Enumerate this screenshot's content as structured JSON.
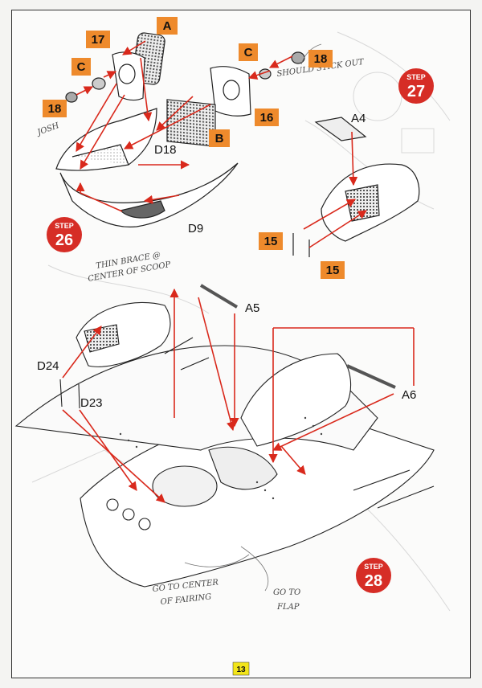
{
  "part_labels": {
    "a_top": "A",
    "p17": "17",
    "c_left": "C",
    "p18_left": "18",
    "c_right": "C",
    "p18_right": "18",
    "p16": "16",
    "b": "B",
    "p15_left": "15",
    "p15_right": "15"
  },
  "plain_labels": {
    "d18": "D18",
    "d9": "D9",
    "a4": "A4",
    "a5": "A5",
    "a6": "A6",
    "d24": "D24",
    "d23": "D23"
  },
  "steps": {
    "word": "STEP",
    "s26": "26",
    "s27": "27",
    "s28": "28"
  },
  "handwritten": {
    "should_stick_out": "SHOULD STICK OUT",
    "thin_brace_1": "THIN BRACE @",
    "thin_brace_2": "CENTER OF SCOOP",
    "go_to_1": "GO TO CENTER",
    "go_to_1b": "OF FAIRING",
    "go_to_2": "GO TO",
    "go_to_2b": "FLAP",
    "noted": "JOSH"
  },
  "page_number": "13",
  "colors": {
    "orange": "#ee8a2c",
    "step_red": "#d62d26",
    "arrow_red": "#d9291c",
    "page_num_yellow": "#f2e51a"
  }
}
